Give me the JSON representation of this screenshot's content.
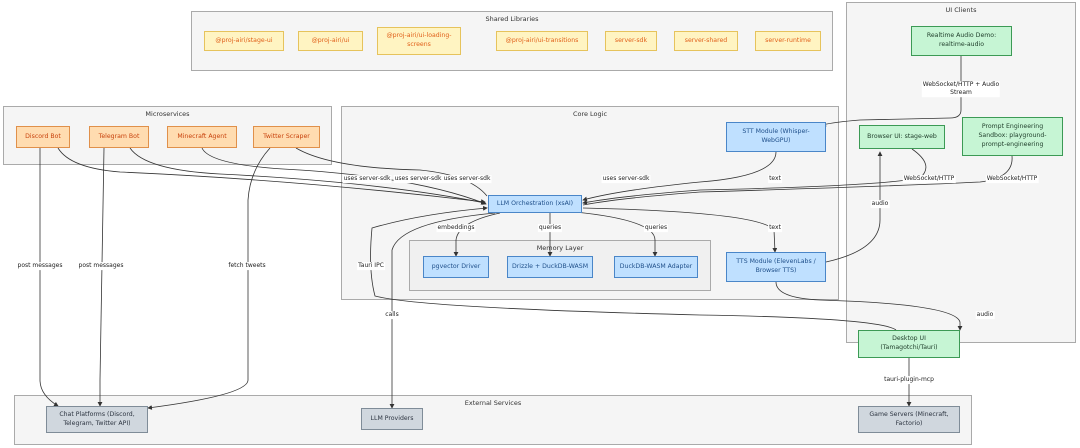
{
  "clusters": {
    "shared_libraries": "Shared Libraries",
    "ui_clients": "UI Clients",
    "microservices": "Microservices",
    "core_logic": "Core Logic",
    "memory_layer": "Memory Layer",
    "external_services": "External Services"
  },
  "nodes": {
    "stage_ui": "@proj-airi/stage-ui",
    "ui": "@proj-airi/ui",
    "loading_screens": "@proj-airi/ui-loading-\nscreens",
    "transitions": "@proj-airi/ui-transitions",
    "server_sdk": "server-sdk",
    "server_shared": "server-shared",
    "server_runtime": "server-runtime",
    "realtime_audio": "Realtime Audio Demo:\nrealtime-audio",
    "browser_ui": "Browser UI: stage-web",
    "prompt_sandbox": "Prompt Engineering\nSandbox: playground-\nprompt-engineering",
    "discord_bot": "Discord Bot",
    "telegram_bot": "Telegram Bot",
    "minecraft_agent": "Minecraft Agent",
    "twitter_scraper": "Twitter Scraper",
    "stt": "STT Module (Whisper-\nWebGPU)",
    "llm": "LLM Orchestration (xsAI)",
    "pgvector": "pgvector Driver",
    "drizzle": "Drizzle + DuckDB-WASM",
    "duckdb_adapter": "DuckDB-WASM Adapter",
    "tts": "TTS Module (ElevenLabs /\nBrowser TTS)",
    "desktop_ui": "Desktop UI\n(Tamagotchi/Tauri)",
    "chat_platforms": "Chat Platforms (Discord,\nTelegram, Twitter API)",
    "llm_providers": "LLM Providers",
    "game_servers": "Game Servers (Minecraft,\nFactorio)"
  },
  "edge_labels": {
    "ws_audio": "WebSocket/HTTP + Audio\nStream",
    "uses1": "uses server-sdk",
    "uses2": "uses server-sdk",
    "uses3": "uses server-sdk",
    "uses4": "uses server-sdk",
    "text_stt": "text",
    "ws1": "WebSocket/HTTP",
    "ws2": "WebSocket/HTTP",
    "embeddings": "embeddings",
    "queries1": "queries",
    "queries2": "queries",
    "text_tts": "text",
    "audio_up": "audio",
    "audio_down": "audio",
    "tauri_ipc": "Tauri IPC",
    "post1": "post messages",
    "post2": "post messages",
    "fetch": "fetch tweets",
    "calls": "calls",
    "mcp": "tauri-plugin-mcp"
  }
}
